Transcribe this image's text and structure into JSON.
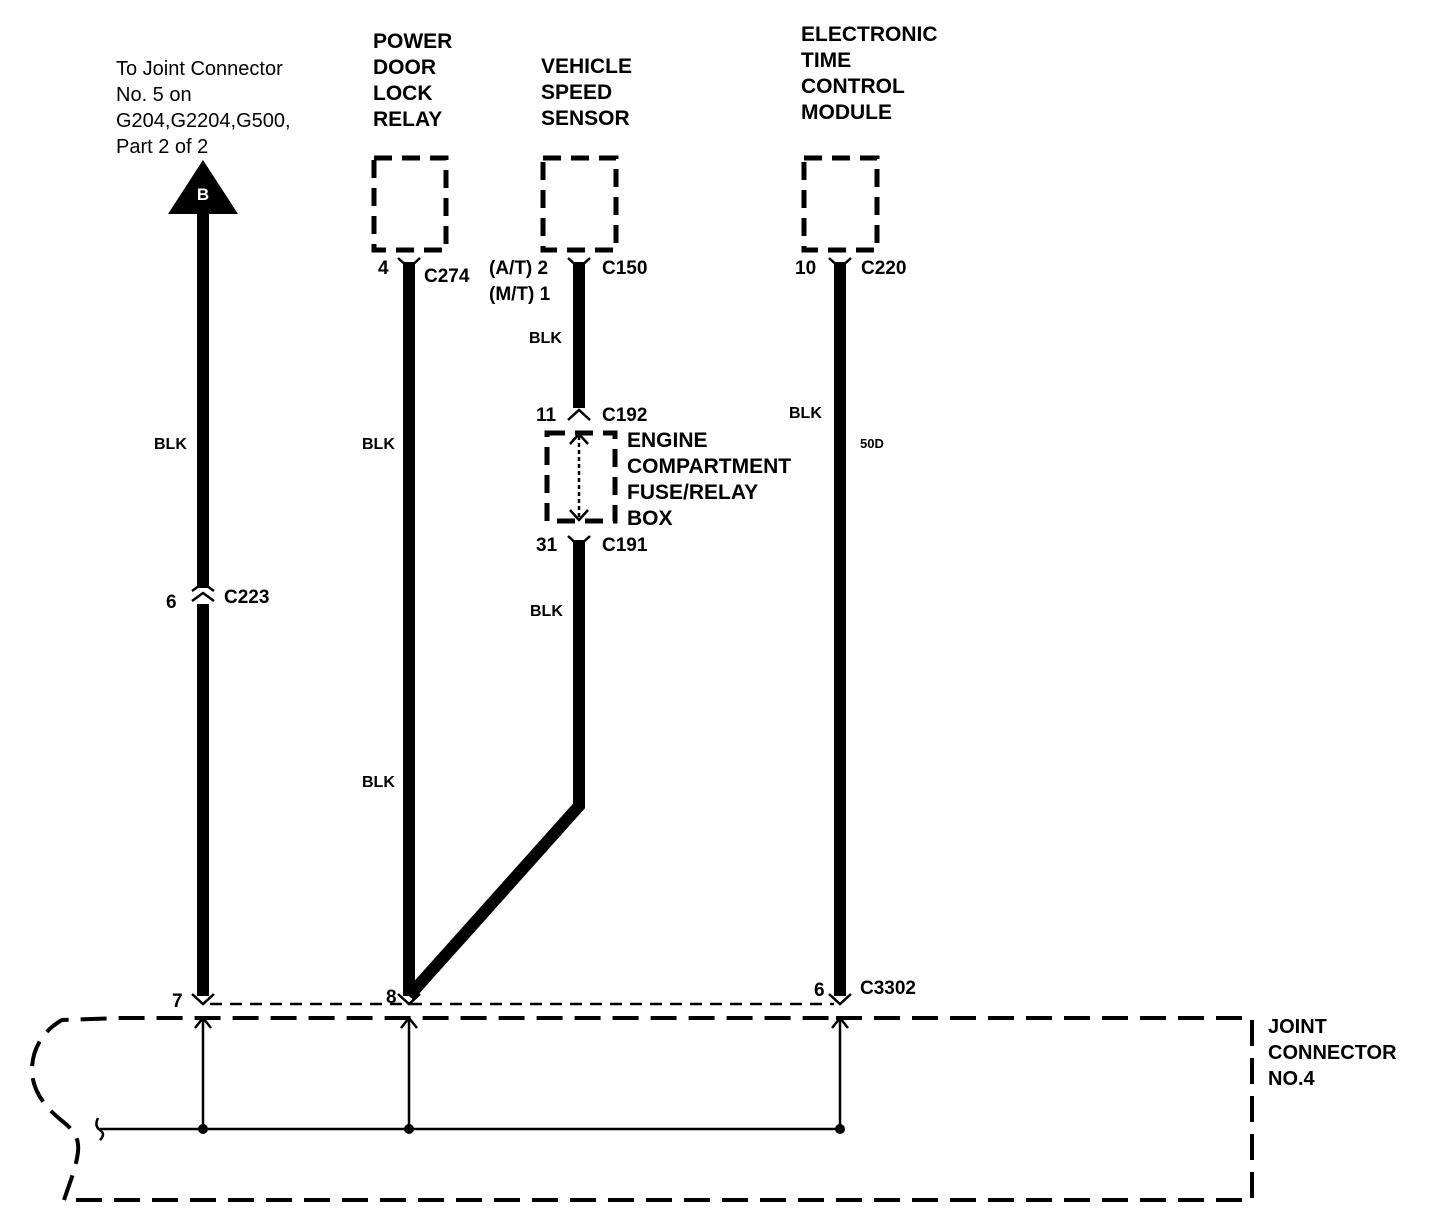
{
  "offpage": {
    "lines": [
      "To Joint Connector",
      "No. 5  on",
      "G204,G2204,G500,",
      "Part 2 of 2"
    ],
    "arrow_letter": "B"
  },
  "components": {
    "door_lock_relay": [
      "POWER",
      "DOOR",
      "LOCK",
      "RELAY"
    ],
    "speed_sensor": [
      "VEHICLE",
      "SPEED",
      "SENSOR"
    ],
    "etcm": [
      "ELECTRONIC",
      "TIME",
      "CONTROL",
      "MODULE"
    ],
    "fuse_box": [
      "ENGINE",
      "COMPARTMENT",
      "FUSE/RELAY",
      "BOX"
    ],
    "joint_connector": [
      "JOINT",
      "CONNECTOR",
      "NO.4"
    ]
  },
  "connectors": {
    "c274": {
      "pin": "4",
      "name": "C274"
    },
    "c150": {
      "pin_at": "(A/T) 2",
      "pin_mt": "(M/T) 1",
      "name": "C150"
    },
    "c220": {
      "pin": "10",
      "name": "C220"
    },
    "c192": {
      "pin": "11",
      "name": "C192"
    },
    "c191": {
      "pin": "31",
      "name": "C191"
    },
    "c223": {
      "pin": "6",
      "name": "C223"
    },
    "c3302_pin7": "7",
    "c3302_pin8": "8",
    "c3302_pin6": "6",
    "c3302_name": "C3302"
  },
  "wires": {
    "left_upper": "BLK",
    "relay_upper": "BLK",
    "relay_lower": "BLK",
    "sensor_upper": "BLK",
    "sensor_lower": "BLK",
    "etcm_color": "BLK",
    "etcm_gauge": "50D"
  },
  "colors": {
    "ink": "#000000",
    "paper": "#ffffff"
  }
}
